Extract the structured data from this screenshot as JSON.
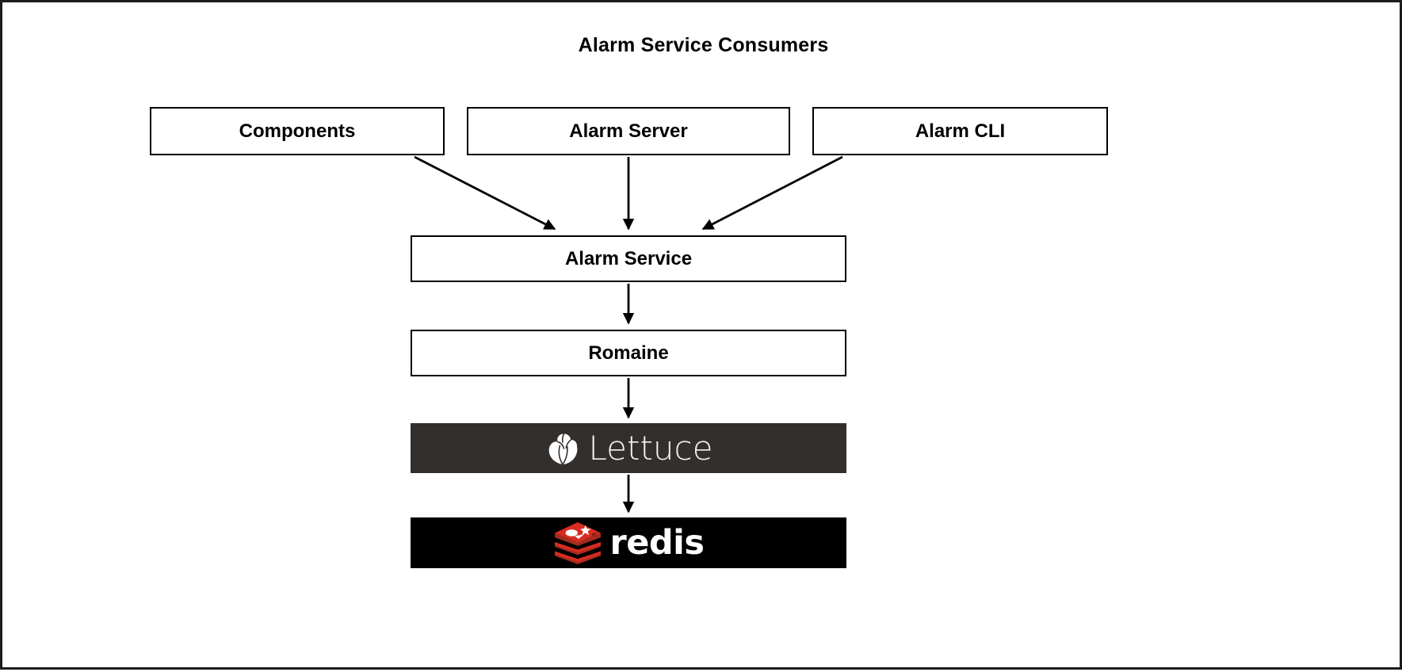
{
  "diagram": {
    "title": "Alarm Service Consumers",
    "background_color": "#ffffff",
    "border_color": "#1c1c1c",
    "type": "flowchart"
  },
  "consumers": [
    {
      "id": "components",
      "label": "Components"
    },
    {
      "id": "alarm-server",
      "label": "Alarm Server"
    },
    {
      "id": "alarm-cli",
      "label": "Alarm CLI"
    }
  ],
  "stack": [
    {
      "id": "alarm-service",
      "label": "Alarm Service",
      "style": "outlined"
    },
    {
      "id": "romaine",
      "label": "Romaine",
      "style": "outlined"
    },
    {
      "id": "lettuce",
      "label": "Lettuce",
      "style": "logo",
      "background_color": "#332F2D",
      "text_color": "#f2f2f2"
    },
    {
      "id": "redis",
      "label": "redis",
      "style": "logo",
      "background_color": "#000000",
      "text_color": "#ffffff",
      "accent_color": "#d82c20"
    }
  ],
  "edges": [
    {
      "from": "components",
      "to": "alarm-service",
      "direction": "down-right"
    },
    {
      "from": "alarm-server",
      "to": "alarm-service",
      "direction": "down"
    },
    {
      "from": "alarm-cli",
      "to": "alarm-service",
      "direction": "down-left"
    },
    {
      "from": "alarm-service",
      "to": "romaine",
      "direction": "down"
    },
    {
      "from": "romaine",
      "to": "lettuce",
      "direction": "down"
    },
    {
      "from": "lettuce",
      "to": "redis",
      "direction": "down"
    }
  ]
}
